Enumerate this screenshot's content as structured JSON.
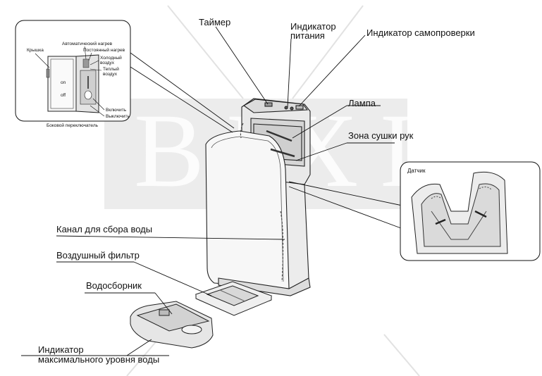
{
  "watermark": "BIXIG",
  "labels": {
    "timer": "Таймер",
    "power_indicator_line1": "Индикатор",
    "power_indicator_line2": "питания",
    "selftest_indicator": "Индикатор самопроверки",
    "lamp": "Лампа",
    "drying_zone": "Зона сушки рук",
    "water_channel": "Канал для сбора воды",
    "air_filter": "Воздушный фильтр",
    "water_collector": "Водосборник",
    "max_level_line1": "Индикатор",
    "max_level_line2": "максимального уровня воды"
  },
  "inset_panel": {
    "cover": "Крышка",
    "auto_heat": "Автоматический нагрев",
    "const_heat": "Постоянный нагрев",
    "cold_air_line1": "Холодный",
    "cold_air_line2": "воздух",
    "warm_air_line1": "Теплый",
    "warm_air_line2": "воздух",
    "on_switch": "on",
    "off_switch": "off",
    "turn_on": "Включить",
    "turn_off": "Выключить",
    "side_switch": "Боковой переключатель"
  },
  "inset_sensor": {
    "sensor": "Датчик"
  }
}
